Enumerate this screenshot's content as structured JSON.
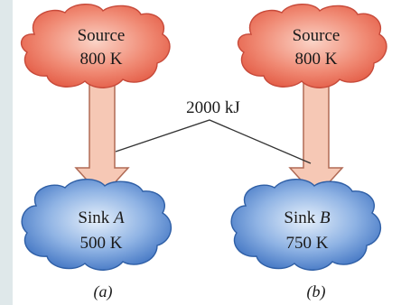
{
  "panels": [
    {
      "source": {
        "title": "Source",
        "temp": "800 K"
      },
      "sink": {
        "title": "Sink",
        "letter": "A",
        "temp": "500 K"
      },
      "caption": "(a)"
    },
    {
      "source": {
        "title": "Source",
        "temp": "800 K"
      },
      "sink": {
        "title": "Sink",
        "letter": "B",
        "temp": "750 K"
      },
      "caption": "(b)"
    }
  ],
  "heat_label": "2000 kJ",
  "colors": {
    "background_strip": "#dfe8ea",
    "source_fill": "#ee6f5e",
    "source_stroke": "#c74a3a",
    "sink_fill": "#5f8fd0",
    "sink_stroke": "#2f5fa6",
    "arrow_fill": "#f6c8b5",
    "arrow_stroke": "#b06a55",
    "leader_line": "#333333"
  }
}
